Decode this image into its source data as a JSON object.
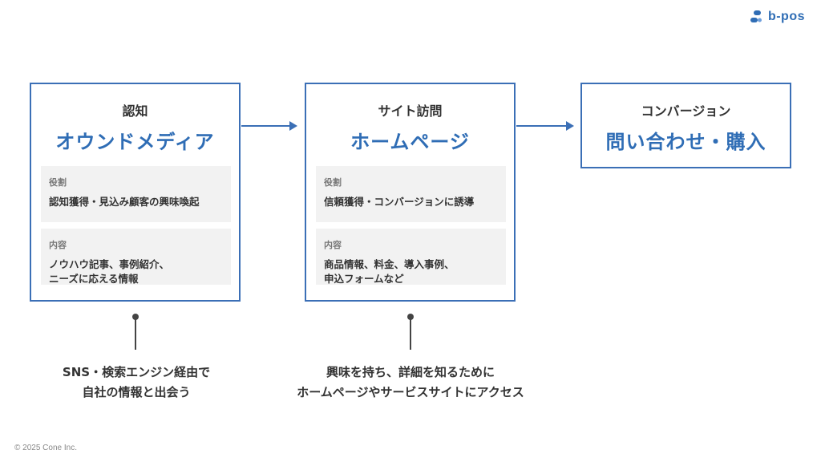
{
  "brand": {
    "name": "b-pos",
    "color": "#2f6db5",
    "icon": "b-pos-logo-icon"
  },
  "stages": [
    {
      "title": "認知",
      "heading": "オウンドメディア",
      "role_label": "役割",
      "role_text": "認知獲得・見込み顧客の興味喚起",
      "content_label": "内容",
      "content_text": "ノウハウ記事、事例紹介、\nニーズに応える情報"
    },
    {
      "title": "サイト訪問",
      "heading": "ホームページ",
      "role_label": "役割",
      "role_text": "信頼獲得・コンバージョンに誘導",
      "content_label": "内容",
      "content_text": "商品情報、料金、導入事例、\n申込フォームなど"
    },
    {
      "title": "コンバージョン",
      "heading": "問い合わせ・購入"
    }
  ],
  "captions": [
    "SNS・検索エンジン経由で\n自社の情報と出会う",
    "興味を持ち、詳細を知るために\nホームページやサービスサイトにアクセス"
  ],
  "footer": "© 2025 Cone Inc.",
  "colors": {
    "accent": "#2f6db5",
    "border": "#3b6fb6",
    "panel_bg": "#f2f2f2"
  }
}
